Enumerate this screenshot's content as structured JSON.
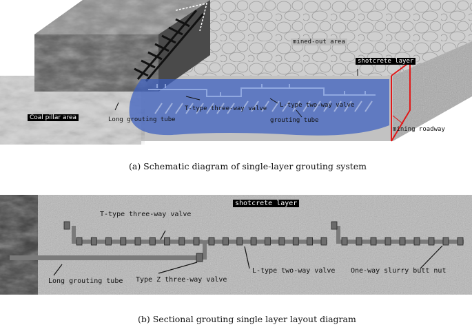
{
  "panel_a": {
    "labels": {
      "mined_out_area": "mined-out area",
      "shotcrete_layer": "shotcrete layer",
      "coal_pillar_area": "Coal pillar area",
      "long_grouting_tube": "Long grouting tube",
      "t_type_valve": "T-type three-way valve",
      "l_type_valve": "L-type two-way valve",
      "grouting_tube": "grouting tube",
      "mining_roadway": "mining roadway"
    },
    "caption": "(a) Schematic diagram of single-layer grouting system"
  },
  "panel_b": {
    "labels": {
      "shotcrete_layer": "shotcrete layer",
      "t_type_valve": "T-type three-way valve",
      "long_grouting_tube": "Long grouting tube",
      "type_z_valve": "Type Z three-way valve",
      "l_type_valve": "L-type two-way valve",
      "one_way_nut": "One-way slurry butt nut"
    },
    "caption": "(b) Sectional grouting single layer layout diagram"
  },
  "colors": {
    "overlay_blue": "#3a5ec0",
    "roadway_red": "#e01818",
    "shotcrete_gray": "#b8b8b8",
    "coal_dark": "#3a3a3a"
  }
}
